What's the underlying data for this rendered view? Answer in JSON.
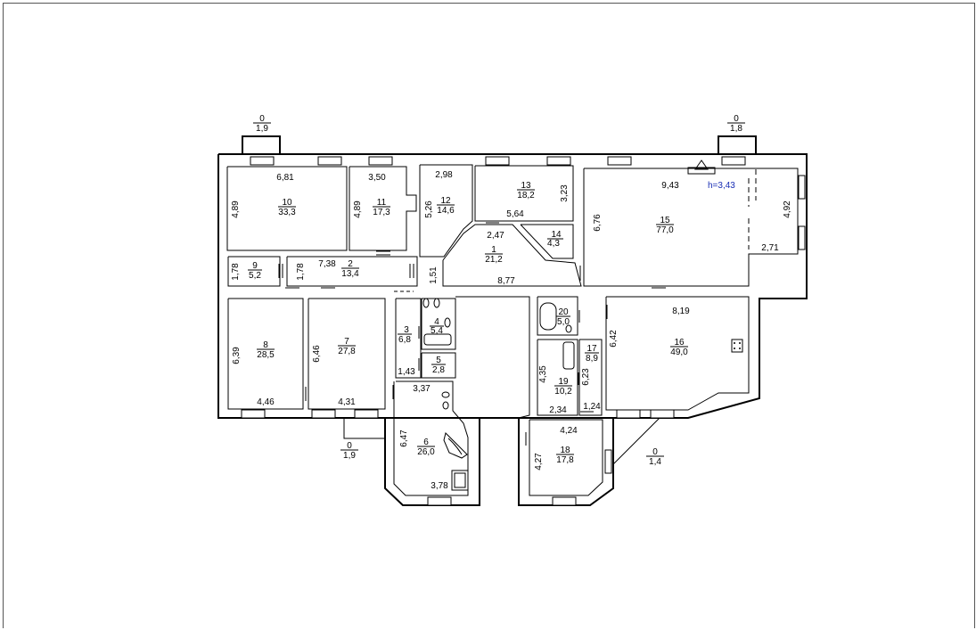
{
  "plan": {
    "ceiling_height": "h=3,43",
    "rooms": [
      {
        "id": "room-10",
        "number": "10",
        "area": "33,3"
      },
      {
        "id": "room-11",
        "number": "11",
        "area": "17,3"
      },
      {
        "id": "room-12",
        "number": "12",
        "area": "14,6"
      },
      {
        "id": "room-13",
        "number": "13",
        "area": "18,2"
      },
      {
        "id": "room-14",
        "number": "14",
        "area": "4,3"
      },
      {
        "id": "room-1",
        "number": "1",
        "area": "21,2"
      },
      {
        "id": "room-15",
        "number": "15",
        "area": "77,0"
      },
      {
        "id": "room-9",
        "number": "9",
        "area": "5,2"
      },
      {
        "id": "room-2",
        "number": "2",
        "area": "13,4"
      },
      {
        "id": "room-8",
        "number": "8",
        "area": "28,5"
      },
      {
        "id": "room-7",
        "number": "7",
        "area": "27,8"
      },
      {
        "id": "room-3",
        "number": "3",
        "area": "6,8"
      },
      {
        "id": "room-4",
        "number": "4",
        "area": "5,4"
      },
      {
        "id": "room-5",
        "number": "5",
        "area": "2,8"
      },
      {
        "id": "room-6",
        "number": "6",
        "area": "26,0"
      },
      {
        "id": "room-20",
        "number": "20",
        "area": "5,0"
      },
      {
        "id": "room-17",
        "number": "17",
        "area": "8,9"
      },
      {
        "id": "room-19",
        "number": "19",
        "area": "10,2"
      },
      {
        "id": "room-16",
        "number": "16",
        "area": "49,0"
      },
      {
        "id": "room-18",
        "number": "18",
        "area": "17,8"
      },
      {
        "id": "balcony-top-left",
        "number": "0",
        "area": "1,9"
      },
      {
        "id": "balcony-top-right",
        "number": "0",
        "area": "1,8"
      },
      {
        "id": "balcony-bottom-left",
        "number": "0",
        "area": "1,9"
      },
      {
        "id": "balcony-bottom-right",
        "number": "0",
        "area": "1,4"
      }
    ],
    "dimensions": [
      "6,81",
      "4,89",
      "3,50",
      "4,89",
      "2,98",
      "5,26",
      "3,23",
      "5,64",
      "2,47",
      "9,43",
      "6,76",
      "4,92",
      "2,71",
      "1,78",
      "7,38",
      "1,78",
      "1,51",
      "8,77",
      "6,39",
      "4,46",
      "6,46",
      "4,31",
      "1,43",
      "3,37",
      "6,47",
      "3,78",
      "8,19",
      "6,42",
      "4,35",
      "6,23",
      "2,34",
      "1,24",
      "4,24",
      "4,27"
    ]
  }
}
